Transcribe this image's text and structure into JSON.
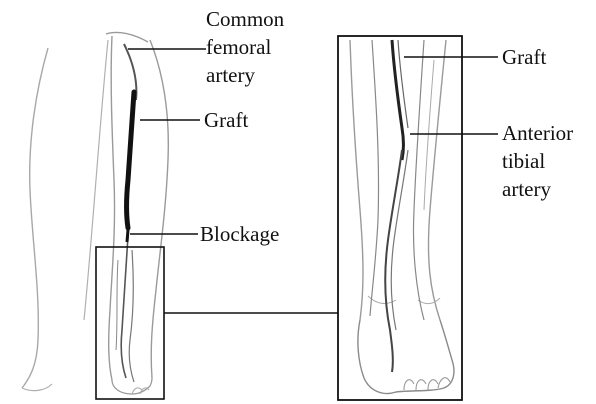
{
  "labels": {
    "common_femoral_line1": "Common",
    "common_femoral_line2": "femoral",
    "common_femoral_line3": "artery",
    "graft_left": "Graft",
    "blockage": "Blockage",
    "graft_right": "Graft",
    "anterior_tibial_line1": "Anterior",
    "anterior_tibial_line2": "tibial",
    "anterior_tibial_line3": "artery"
  },
  "colors": {
    "ink": "#111111",
    "outline": "#9a9a9a",
    "vessel": "#555555",
    "graft": "#111111"
  }
}
